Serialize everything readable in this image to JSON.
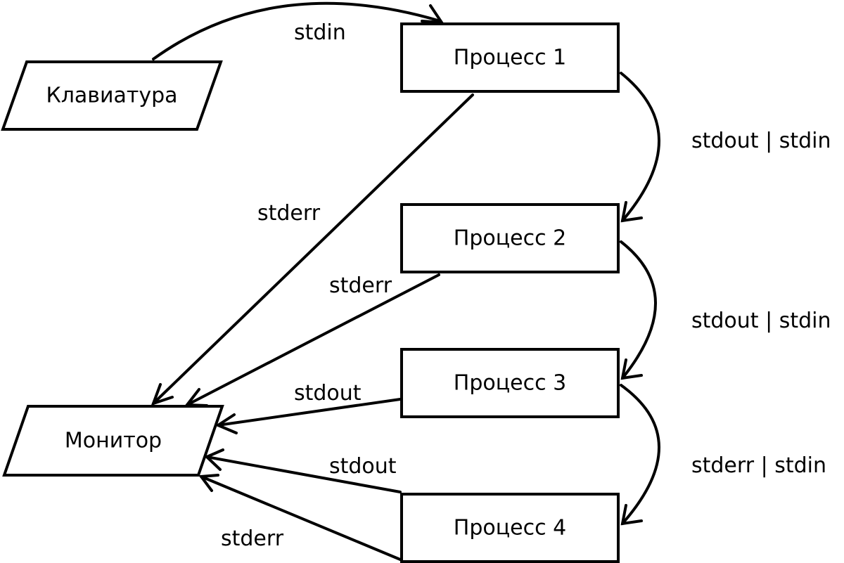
{
  "nodes": {
    "keyboard": "Клавиатура",
    "monitor": "Монитор",
    "process1": "Процесс 1",
    "process2": "Процесс 2",
    "process3": "Процесс 3",
    "process4": "Процесс 4"
  },
  "edges": {
    "keyboard_to_p1": "stdin",
    "p1_to_p2": "stdout | stdin",
    "p2_to_p3": "stdout | stdin",
    "p3_to_p4": "stderr | stdin",
    "p1_to_monitor": "stderr",
    "p2_to_monitor": "stderr",
    "p3_to_monitor": "stdout",
    "p4_stdout_to_monitor": "stdout",
    "p4_stderr_to_monitor": "stderr"
  }
}
